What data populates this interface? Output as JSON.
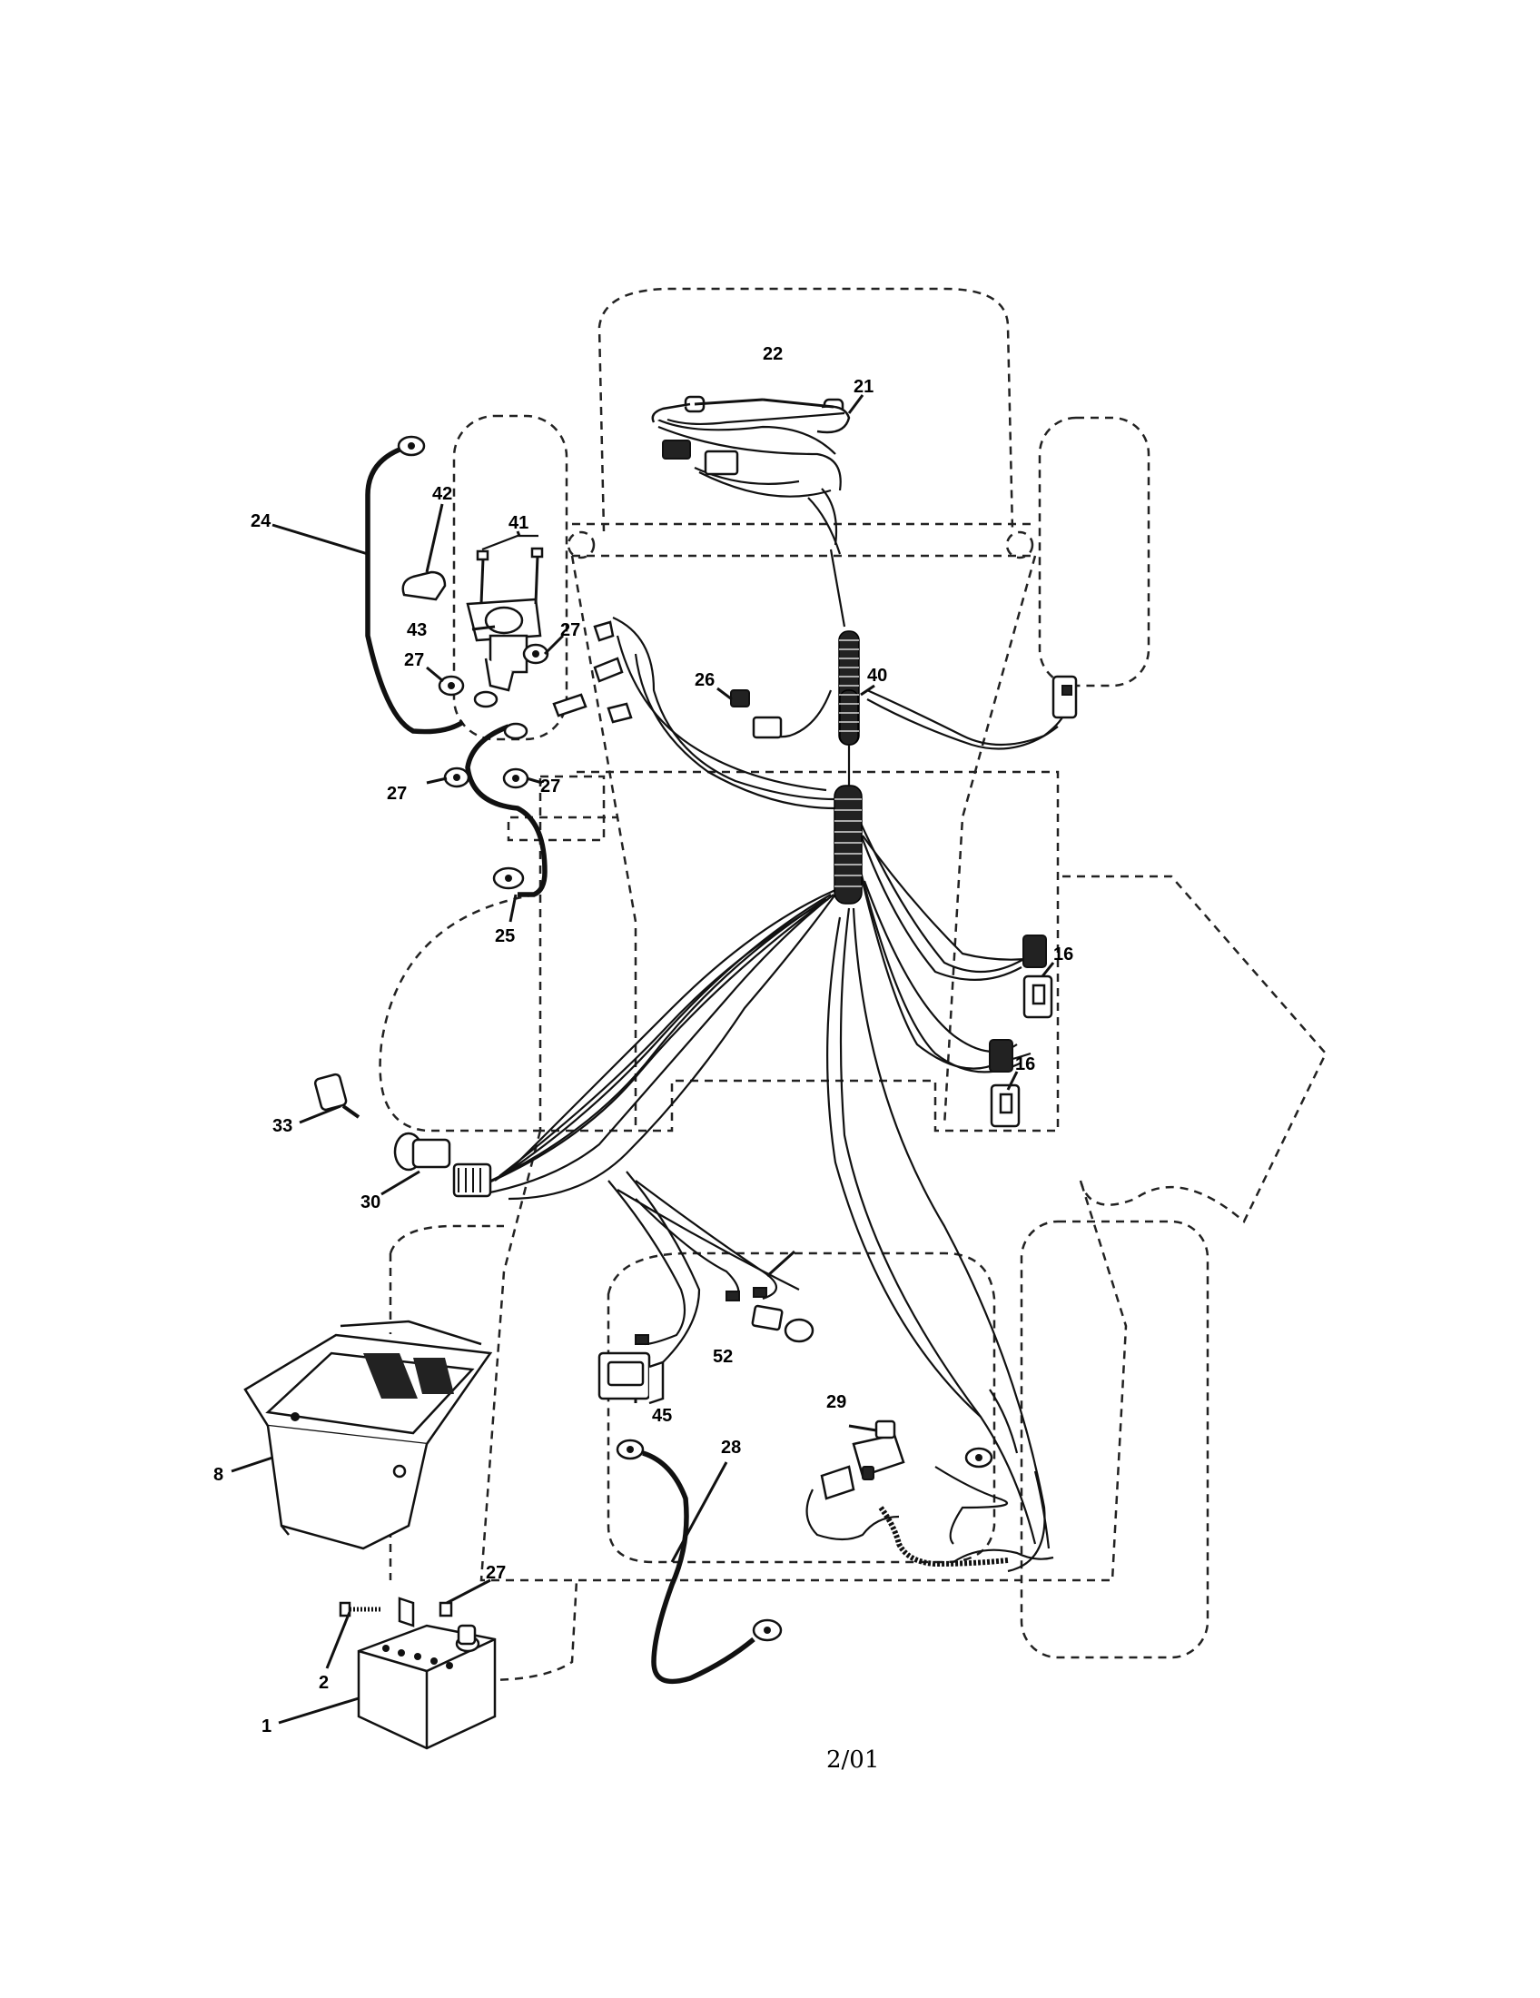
{
  "diagram": {
    "date_code": "2/01",
    "callouts": {
      "c1": "1",
      "c2": "2",
      "c8": "8",
      "c16a": "16",
      "c16b": "16",
      "c21": "21",
      "c22": "22",
      "c24": "24",
      "c25": "25",
      "c26": "26",
      "c27a": "27",
      "c27b": "27",
      "c27c": "27",
      "c27d": "27",
      "c27e": "27",
      "c28": "28",
      "c29": "29",
      "c30": "30",
      "c33": "33",
      "c40": "40",
      "c41": "41",
      "c42": "42",
      "c43": "43",
      "c45": "45",
      "c52": "52"
    }
  }
}
